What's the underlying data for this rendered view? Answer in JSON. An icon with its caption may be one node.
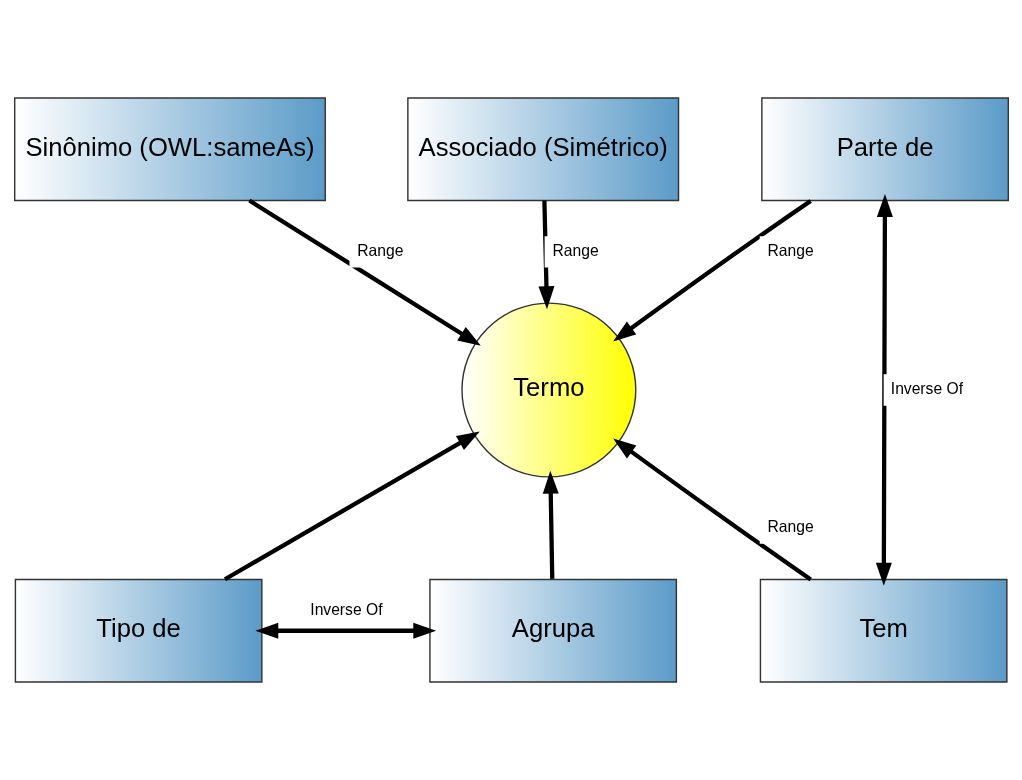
{
  "diagram": {
    "nodes": [
      {
        "text": [
          "Sinônimo (OWL:sameAs)"
        ]
      },
      {
        "text": [
          "Associado (Simétrico)"
        ]
      },
      {
        "text": [
          "Termo"
        ]
      },
      {
        "text": [
          "Parte de"
        ]
      },
      {
        "text": [
          "Tem"
        ]
      },
      {
        "text": [
          "Tipo de"
        ]
      },
      {
        "text": [
          "Agrupa"
        ]
      }
    ],
    "edges": [
      {
        "from": 0,
        "to": 2,
        "arrow": "to",
        "label": "Range"
      },
      {
        "from": 1,
        "to": 2,
        "arrow": "to",
        "label": "Range"
      },
      {
        "from": 3,
        "to": 2,
        "arrow": "to",
        "label": "Range"
      },
      {
        "from": 4,
        "to": 2,
        "arrow": "to",
        "label": "Range"
      },
      {
        "from": 3,
        "to": 4,
        "arrow": "both",
        "label": "Inverse Of"
      },
      {
        "from": 5,
        "to": 2,
        "arrow": "to"
      },
      {
        "from": 6,
        "to": 2,
        "arrow": "to"
      },
      {
        "from": 5,
        "to": 6,
        "arrow": "both",
        "label": "Inverse Of"
      }
    ]
  }
}
